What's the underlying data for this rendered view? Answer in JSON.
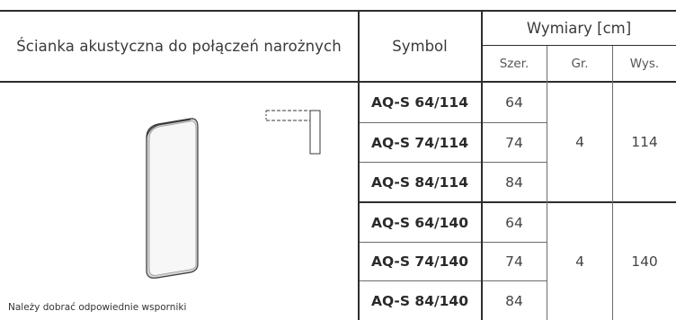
{
  "header": {
    "title": "Ścianka akustyczna do połączeń narożnych",
    "symbol_label": "Symbol",
    "dimensions_label": "Wymiary [cm]",
    "width_label": "Szer.",
    "depth_label": "Gr.",
    "height_label": "Wys."
  },
  "groups": [
    {
      "depth": "4",
      "height": "114",
      "rows": [
        {
          "symbol": "AQ-S 64/114",
          "width": "64"
        },
        {
          "symbol": "AQ-S 74/114",
          "width": "74"
        },
        {
          "symbol": "AQ-S 84/114",
          "width": "84"
        }
      ]
    },
    {
      "depth": "4",
      "height": "140",
      "rows": [
        {
          "symbol": "AQ-S 64/140",
          "width": "64"
        },
        {
          "symbol": "AQ-S 74/140",
          "width": "74"
        },
        {
          "symbol": "AQ-S 84/140",
          "width": "84"
        }
      ]
    }
  ],
  "note": "Należy dobrać odpowiednie wsporniki",
  "colors": {
    "border": "#2d2d2d",
    "text": "#3a3a3a",
    "panel_edge": "#c8c8c8"
  },
  "icons": {
    "panel": "acoustic-panel-illustration",
    "top_view": "corner-joint-top-view-icon"
  }
}
